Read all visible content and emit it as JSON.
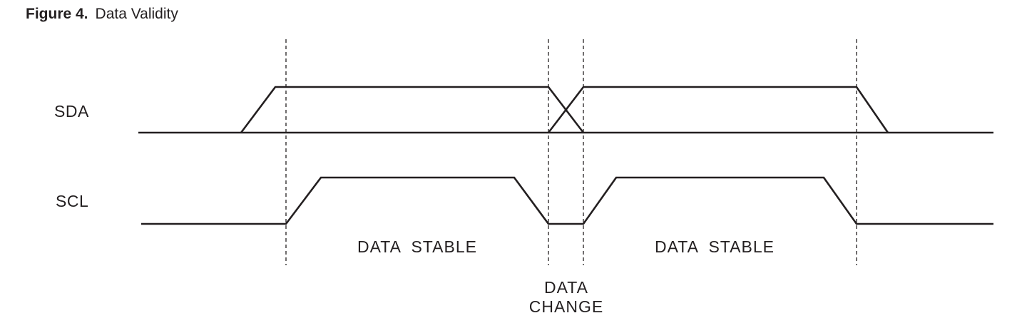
{
  "caption": {
    "figure_number": "Figure 4.",
    "title": "Data Validity"
  },
  "signals": {
    "sda": {
      "label": "SDA"
    },
    "scl": {
      "label": "SCL"
    }
  },
  "regions": {
    "stable_1": "DATA  STABLE",
    "stable_2": "DATA  STABLE",
    "change_line1": "DATA",
    "change_line2": "CHANGE"
  }
}
